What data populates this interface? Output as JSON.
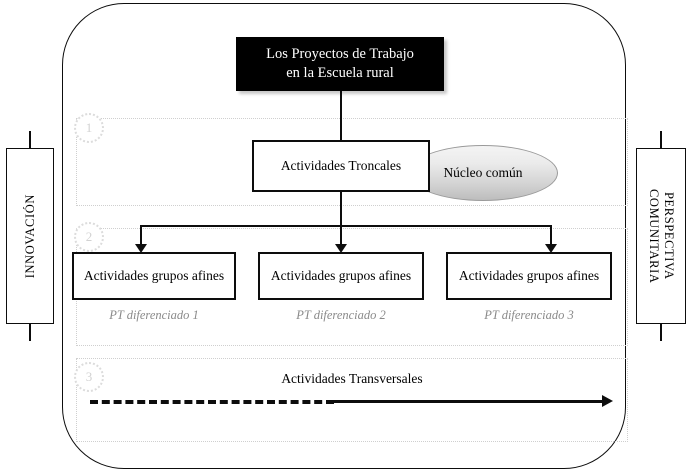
{
  "diagram": {
    "title": {
      "line1": "Los Proyectos de Trabajo",
      "line2": "en la Escuela rural"
    },
    "side_panels": {
      "left": {
        "label": "INNOVACIÓN"
      },
      "right": {
        "line1": "PERSPECTIVA",
        "line2": "COMUNITARIA"
      }
    },
    "sections": [
      {
        "marker": "1"
      },
      {
        "marker": "2"
      },
      {
        "marker": "3"
      }
    ],
    "level1": {
      "box_label": "Actividades Troncales",
      "ellipse_label": "Núcleo común"
    },
    "level2": {
      "boxes": [
        {
          "label": "Actividades grupos afines",
          "caption": "PT diferenciado 1"
        },
        {
          "label": "Actividades grupos afines",
          "caption": "PT diferenciado 2"
        },
        {
          "label": "Actividades grupos afines",
          "caption": "PT diferenciado 3"
        }
      ]
    },
    "level3": {
      "label": "Actividades Transversales"
    },
    "colors": {
      "title_background": "#000000",
      "title_text": "#ffffff",
      "line": "#0d0d0d",
      "section_border": "#cfcfcf",
      "marker_text": "#d2d2d2",
      "caption_text": "#8a8a8a",
      "ellipse_border": "#9a9a9a"
    }
  }
}
